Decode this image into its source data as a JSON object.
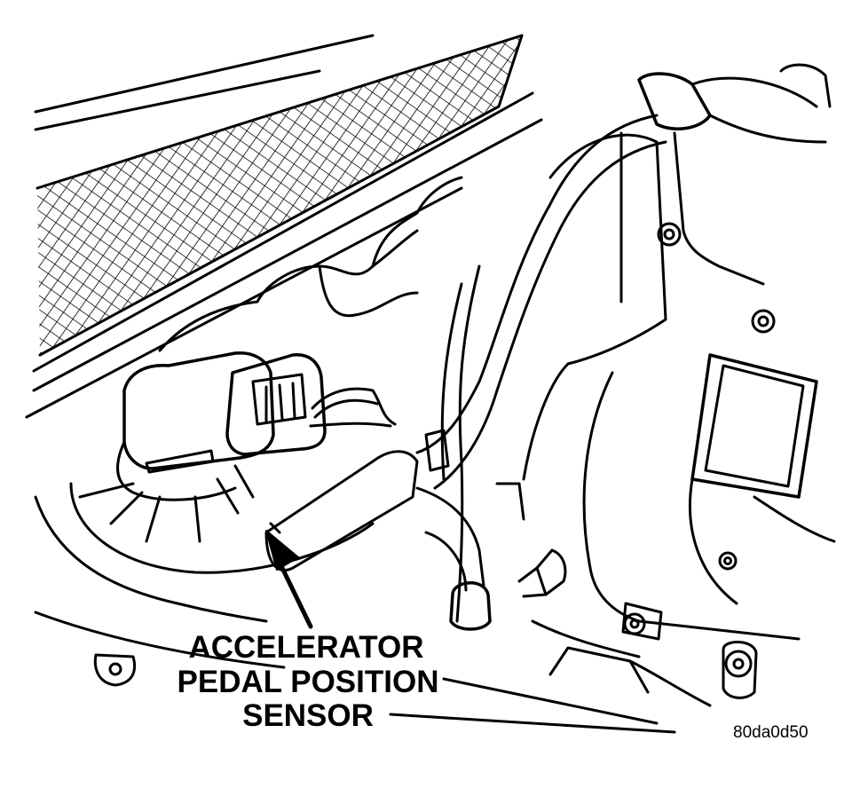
{
  "callout": {
    "line1": "ACCELERATOR",
    "line2": "PEDAL POSITION",
    "line3": "SENSOR"
  },
  "figure_id": "80da0d50",
  "colors": {
    "ink": "#000000",
    "paper": "#ffffff"
  }
}
